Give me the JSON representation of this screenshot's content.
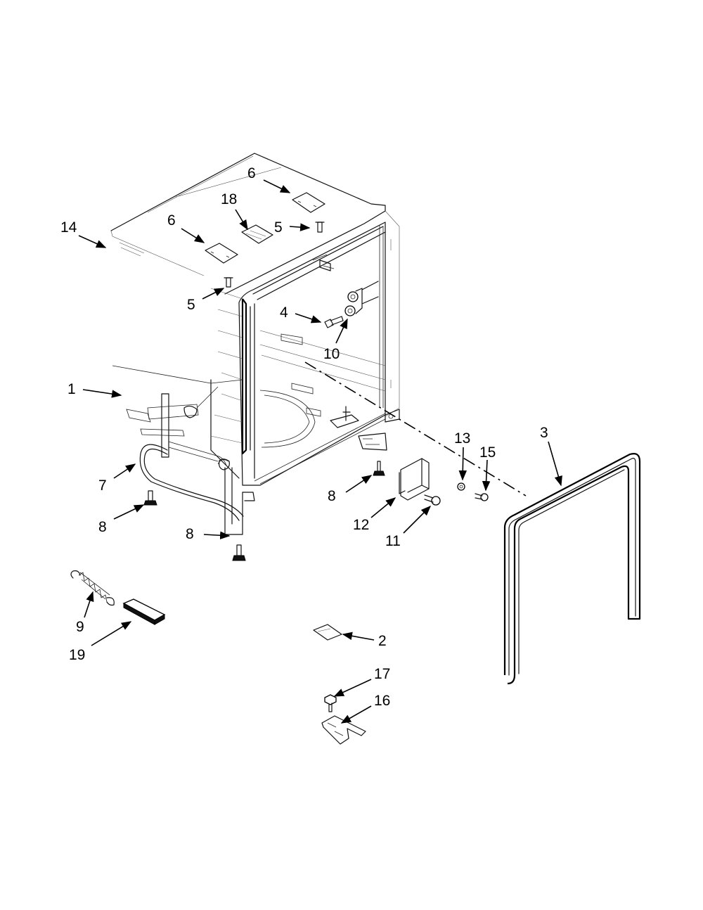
{
  "callouts": {
    "c1": "1",
    "c2": "2",
    "c3": "3",
    "c4": "4",
    "c5a": "5",
    "c5b": "5",
    "c6a": "6",
    "c6b": "6",
    "c7": "7",
    "c8a": "8",
    "c8b": "8",
    "c8c": "8",
    "c9": "9",
    "c10": "10",
    "c11": "11",
    "c12": "12",
    "c13": "13",
    "c14": "14",
    "c15": "15",
    "c16": "16",
    "c17": "17",
    "c18": "18",
    "c19": "19"
  }
}
